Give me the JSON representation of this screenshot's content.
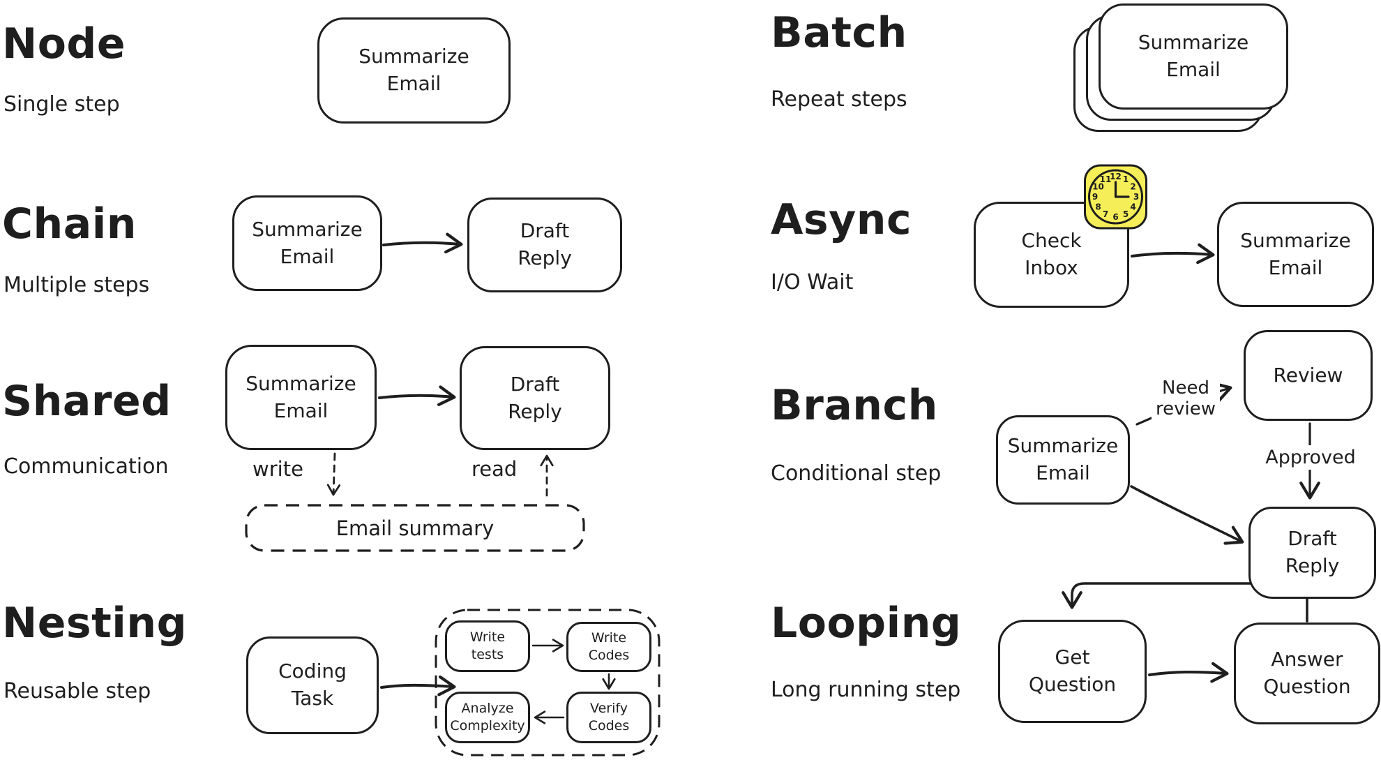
{
  "palette": {
    "ink": "#1e1e1e",
    "background": "#ffffff",
    "clock_fill": "#f6ee58"
  },
  "sections": {
    "node": {
      "title": "Node",
      "subtitle": "Single step",
      "boxes": {
        "summarize": "Summarize Email"
      }
    },
    "chain": {
      "title": "Chain",
      "subtitle": "Multiple steps",
      "boxes": {
        "summarize": "Summarize Email",
        "draft": "Draft Reply"
      }
    },
    "shared": {
      "title": "Shared",
      "subtitle": "Communication",
      "boxes": {
        "summarize": "Summarize Email",
        "draft": "Draft Reply",
        "store": "Email summary"
      },
      "labels": {
        "write": "write",
        "read": "read"
      }
    },
    "nesting": {
      "title": "Nesting",
      "subtitle": "Reusable step",
      "boxes": {
        "coding": "Coding Task",
        "write_tests": "Write tests",
        "write_codes": "Write Codes",
        "verify_codes": "Verify Codes",
        "analyze_complexity": "Analyze Complexity"
      }
    },
    "batch": {
      "title": "Batch",
      "subtitle": "Repeat steps",
      "boxes": {
        "summarize": "Summarize Email"
      }
    },
    "async": {
      "title": "Async",
      "subtitle": "I/O Wait",
      "boxes": {
        "check_inbox": "Check Inbox",
        "summarize": "Summarize Email"
      }
    },
    "branch": {
      "title": "Branch",
      "subtitle": "Conditional step",
      "boxes": {
        "summarize": "Summarize Email",
        "review": "Review",
        "draft": "Draft Reply"
      },
      "labels": {
        "need_review": "Need review",
        "approved": "Approved"
      }
    },
    "looping": {
      "title": "Looping",
      "subtitle": "Long running step",
      "boxes": {
        "get": "Get Question",
        "answer": "Answer Question"
      }
    }
  },
  "clock": {
    "time": "3:00",
    "numbers": [
      "12",
      "1",
      "2",
      "3",
      "4",
      "5",
      "6",
      "7",
      "8",
      "9",
      "10",
      "11"
    ]
  }
}
